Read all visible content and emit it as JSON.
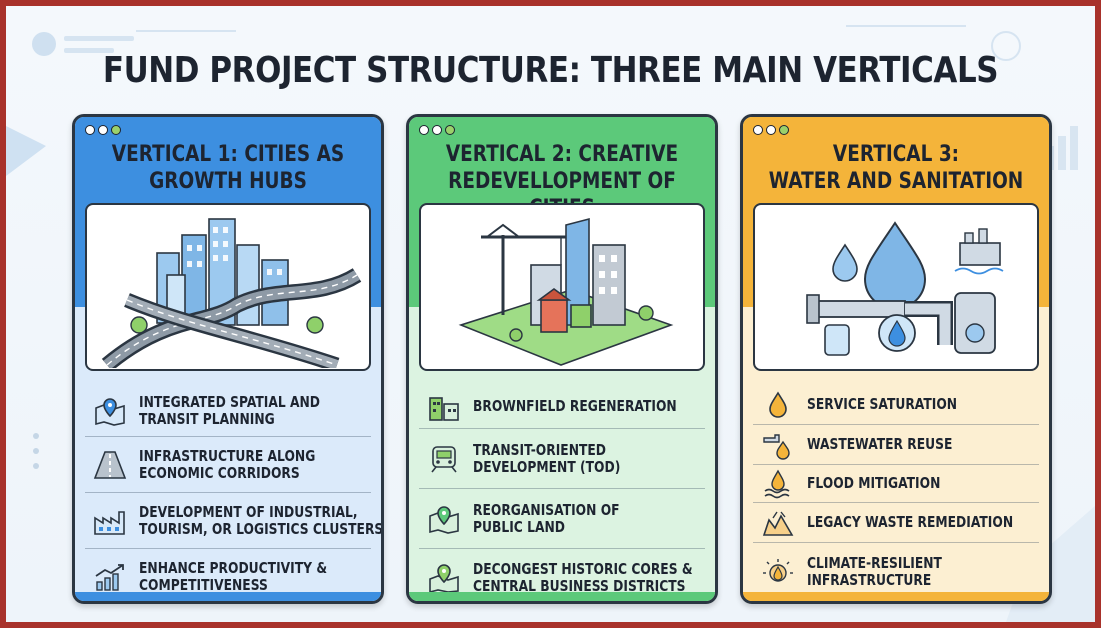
{
  "title": "FUND PROJECT STRUCTURE: THREE MAIN VERTICALS",
  "colors": {
    "border": "#a8322b",
    "blue": "#3d8fe0",
    "blue_light": "#dbeafa",
    "green": "#5cc97a",
    "green_light": "#dcf3e1",
    "orange": "#f4b43a",
    "orange_light": "#fcefd2",
    "ink": "#1d2430"
  },
  "verticals": [
    {
      "title_line1": "VERTICAL 1: CITIES AS",
      "title_line2": "GROWTH HUBS",
      "illustration": "city-skyline-with-highways",
      "items": [
        {
          "icon": "map-pin-icon",
          "line1": "INTEGRATED SPATIAL AND",
          "line2": "TRANSIT PLANNING"
        },
        {
          "icon": "road-icon",
          "line1": "INFRASTRUCTURE ALONG",
          "line2": "ECONOMIC CORRIDORS"
        },
        {
          "icon": "factory-icon",
          "line1": "DEVELOPMENT OF INDUSTRIAL,",
          "line2": "TOURISM, OR LOGISTICS CLUSTERS"
        },
        {
          "icon": "growth-chart-icon",
          "line1": "ENHANCE PRODUCTIVITY &",
          "line2": "COMPETITIVENESS"
        }
      ]
    },
    {
      "title_line1": "VERTICAL 2: CREATIVE",
      "title_line2": "REDEVELLOPMENT OF CITIES",
      "illustration": "construction-crane-and-towers",
      "items": [
        {
          "icon": "buildings-icon",
          "line1": "BROWNFIELD REGENERATION",
          "line2": ""
        },
        {
          "icon": "train-icon",
          "line1": "TRANSIT-ORIENTED",
          "line2": "DEVELOPMENT (TOD)"
        },
        {
          "icon": "map-pin-icon",
          "line1": "REORGANISATION OF",
          "line2": "PUBLIC LAND"
        },
        {
          "icon": "location-map-icon",
          "line1": "DECONGEST HISTORIC CORES &",
          "line2": "CENTRAL BUSINESS DISTRICTS"
        }
      ]
    },
    {
      "title_line1": "VERTICAL 3:",
      "title_line2": "WATER AND SANITATION",
      "illustration": "water-drops-and-pipes",
      "items": [
        {
          "icon": "water-drop-icon",
          "line1": "SERVICE SATURATION",
          "line2": ""
        },
        {
          "icon": "faucet-icon",
          "line1": "WASTEWATER REUSE",
          "line2": ""
        },
        {
          "icon": "flood-icon",
          "line1": "FLOOD MITIGATION",
          "line2": ""
        },
        {
          "icon": "waste-remediation-icon",
          "line1": "LEGACY WASTE REMEDIATION",
          "line2": ""
        },
        {
          "icon": "sun-drop-icon",
          "line1": "CLIMATE-RESILIENT",
          "line2": "INFRASTRUCTURE"
        }
      ]
    }
  ]
}
